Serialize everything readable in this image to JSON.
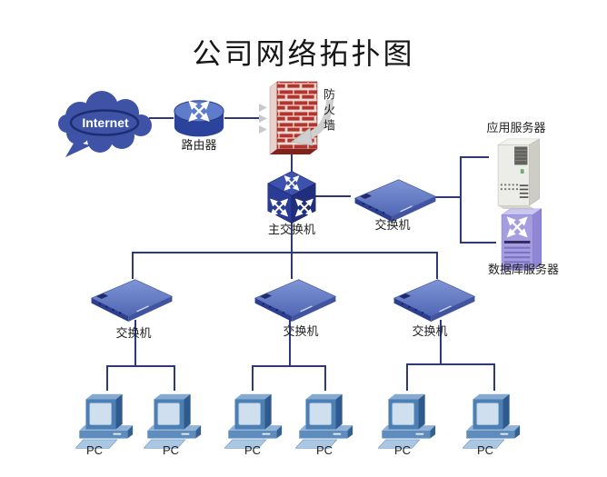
{
  "title": "公司网络拓扑图",
  "colors": {
    "line": "#2f3878",
    "label": "#1f1f1f",
    "cloud_blue": "#3e53a6",
    "firewall_red": "#b5332a",
    "switch_blue": "#5d79c0",
    "cube_blue": "#2b3c96",
    "pc_blue": "#4c7fb4",
    "server_gray": "#ebebe7",
    "db_purple": "#a49de0"
  },
  "nodes": {
    "internet": {
      "label": "Internet"
    },
    "router": {
      "label": "路由器"
    },
    "firewall": {
      "label": "防火墙"
    },
    "main_switch": {
      "label": "主交换机"
    },
    "dist_switch": {
      "label": "交换机"
    },
    "app_server": {
      "label": "应用服务器"
    },
    "db_server": {
      "label": "数据库服务器"
    },
    "access_switch_1": {
      "label": "交换机"
    },
    "access_switch_2": {
      "label": "交换机"
    },
    "access_switch_3": {
      "label": "交换机"
    },
    "pc_1": {
      "label": "PC"
    },
    "pc_2": {
      "label": "PC"
    },
    "pc_3": {
      "label": "PC"
    },
    "pc_4": {
      "label": "PC"
    },
    "pc_5": {
      "label": "PC"
    },
    "pc_6": {
      "label": "PC"
    }
  }
}
